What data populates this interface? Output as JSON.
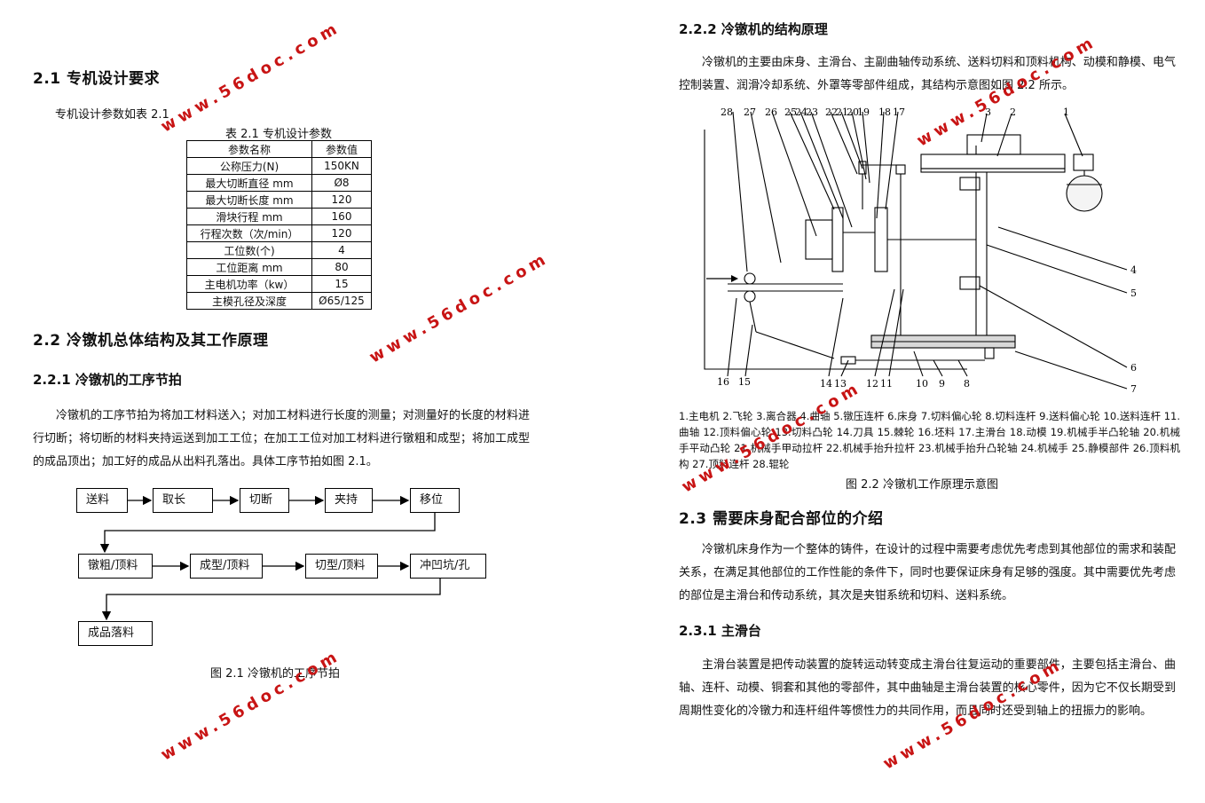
{
  "left": {
    "section_2_1": "2.1 专机设计要求",
    "table_intro": "专机设计参数如表 2.1",
    "table_caption": "表 2.1 专机设计参数",
    "table_headers": [
      "参数名称",
      "参数值"
    ],
    "table_rows": [
      [
        "公称压力(N)",
        "150KN"
      ],
      [
        "最大切断直径 mm",
        "Ø8"
      ],
      [
        "最大切断长度 mm",
        "120"
      ],
      [
        "滑块行程 mm",
        "160"
      ],
      [
        "行程次数（次/min）",
        "120"
      ],
      [
        "工位数(个)",
        "4"
      ],
      [
        "工位距离 mm",
        "80"
      ],
      [
        "主电机功率（kw）",
        "15"
      ],
      [
        "主模孔径及深度",
        "Ø65/125"
      ]
    ],
    "section_2_2": "2.2 冷镦机总体结构及其工作原理",
    "section_2_2_1": "2.2.1 冷镦机的工序节拍",
    "para_2_2_1": "冷镦机的工序节拍为将加工材料送入；对加工材料进行长度的测量；对测量好的长度的材料进行切断；将切断的材料夹持运送到加工工位；在加工工位对加工材料进行镦粗和成型；将加工成型的成品顶出；加工好的成品从出料孔落出。具体工序节拍如图 2.1。",
    "flow": {
      "row1": [
        "送料",
        "取长",
        "切断",
        "夹持",
        "移位"
      ],
      "row2": [
        "镦粗/顶料",
        "成型/顶料",
        "切型/顶料",
        "冲凹坑/孔"
      ],
      "row3": [
        "成品落料"
      ]
    },
    "fig_2_1_caption": "图 2.1 冷镦机的工序节拍"
  },
  "right": {
    "section_2_2_2": "2.2.2 冷镦机的结构原理",
    "para_2_2_2": "冷镦机的主要由床身、主滑台、主副曲轴传动系统、送料切料和顶料机构、动模和静模、电气控制装置、润滑冷却系统、外罩等零部件组成，其结构示意图如图 2.2 所示。",
    "diagram_labels_top": [
      "28",
      "27",
      "26",
      "25",
      "24",
      "23",
      "22",
      "21",
      "20",
      "19",
      "18",
      "17",
      "3",
      "2",
      "1"
    ],
    "diagram_labels_right": [
      "4",
      "5",
      "6",
      "7"
    ],
    "diagram_labels_bottom": [
      "16",
      "15",
      "14",
      "13",
      "12",
      "11",
      "10",
      "9",
      "8"
    ],
    "legend": "1.主电机 2.飞轮 3.离合器 4.曲轴 5.镦压连杆 6.床身 7.切料偏心轮 8.切料连杆 9.送料偏心轮 10.送料连杆 11.曲轴 12.顶料偏心轮 13.切料凸轮 14.刀具 15.棘轮 16.坯料 17.主滑台 18.动模 19.机械手半凸轮轴 20.机械手平动凸轮 21.机械手甲动拉杆 22.机械手抬升拉杆 23.机械手抬升凸轮轴 24.机械手 25.静模部件 26.顶料机构 27.顶料连杆 28.辊轮",
    "fig_2_2_caption": "图 2.2 冷镦机工作原理示意图",
    "section_2_3": "2.3 需要床身配合部位的介绍",
    "para_2_3": "冷镦机床身作为一个整体的铸件，在设计的过程中需要考虑优先考虑到其他部位的需求和装配关系，在满足其他部位的工作性能的条件下，同时也要保证床身有足够的强度。其中需要优先考虑的部位是主滑台和传动系统，其次是夹钳系统和切料、送料系统。",
    "section_2_3_1": "2.3.1 主滑台",
    "para_2_3_1": "主滑台装置是把传动装置的旋转运动转变成主滑台往复运动的重要部件，主要包括主滑台、曲轴、连杆、动模、铜套和其他的零部件，其中曲轴是主滑台装置的核心零件，因为它不仅长期受到周期性变化的冷镦力和连杆组件等惯性力的共同作用，而且同时还受到轴上的扭振力的影响。"
  },
  "watermark_text": "www.56doc.com",
  "colors": {
    "watermark": "#c81414",
    "text": "#111111"
  }
}
